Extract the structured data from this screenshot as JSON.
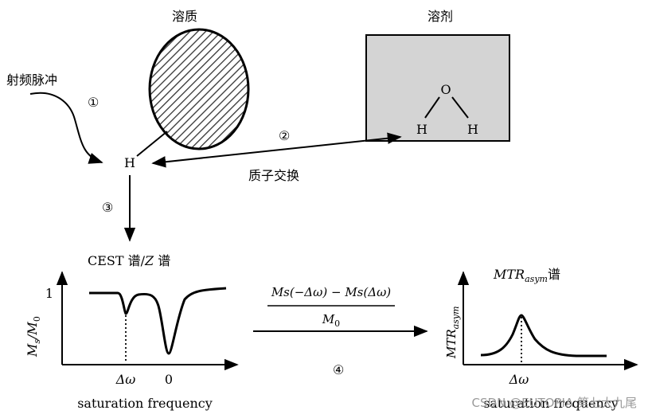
{
  "solute": {
    "label": "溶质",
    "atom": "H"
  },
  "solvent": {
    "label": "溶剂",
    "atom_o": "O",
    "atom_h1": "H",
    "atom_h2": "H"
  },
  "rf_pulse": {
    "label": "射频脉冲"
  },
  "steps": {
    "step1": "①",
    "step2": "②",
    "step3": "③",
    "step4": "④"
  },
  "exchange": {
    "label": "质子交换"
  },
  "cest_plot": {
    "title_prefix": "CEST 谱/",
    "title_z": "Z",
    "title_suffix": " 谱",
    "ylabel_m": "M",
    "ylabel_s": "s",
    "ylabel_slash": "/",
    "ylabel_m0": "M",
    "ylabel_0": "0",
    "ytick": "1",
    "xtick_dw": "Δω",
    "xtick_0": "0",
    "xlabel": "saturation frequency"
  },
  "formula": {
    "numerator": "Ms(−Δω) − Ms(Δω)",
    "denominator_m": "M",
    "denominator_0": "0"
  },
  "mtr_plot": {
    "title_main": "MTR",
    "title_sub": "asym",
    "title_suffix": "谱",
    "ylabel_main": "MTR",
    "ylabel_sub": "asym",
    "xtick_dw": "Δω",
    "xlabel": "saturation frequency"
  },
  "watermark": {
    "text": "CSDN @EUTOPIA  第七大九尾"
  }
}
